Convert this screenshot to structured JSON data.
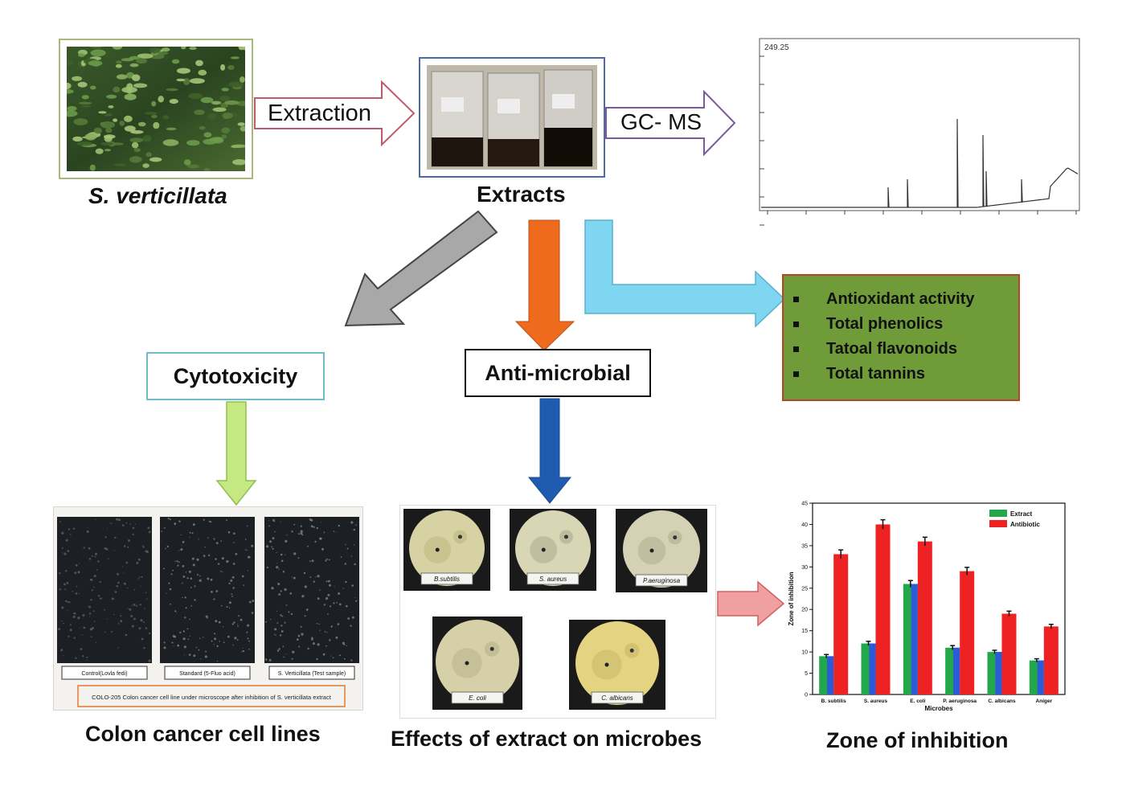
{
  "labels": {
    "plant_name": "S. verticillata",
    "extraction_arrow": "Extraction",
    "extracts": "Extracts",
    "gcms_arrow": "GC- MS",
    "cytotoxicity": "Cytotoxicity",
    "antimicrobial": "Anti-microbial",
    "colon_cancer": "Colon  cancer  cell lines",
    "effects": "Effects of extract on  microbes",
    "zone_title": "Zone of inhibition"
  },
  "assays": {
    "items": [
      "Antioxidant  activity",
      "Total  phenolics",
      "Tatoal  flavonoids",
      "Total  tannins"
    ]
  },
  "chromatogram": {
    "tag": "249.25"
  },
  "cell_panels": {
    "captions": [
      "Control(Lovla fedi)",
      "Standard (5-Fluo acid)",
      "S. Verticillata (Test sample)"
    ],
    "footer": "COLO-205 Colon cancer cell line under microscope after inhibition of S. verticillata extract"
  },
  "plates": {
    "labels": [
      "B.subtilis",
      "S. aureus",
      "P.aeruginosa",
      "E. coli",
      "C. albicans"
    ]
  },
  "colors": {
    "plant_border": "#a9b97a",
    "extract_border": "#4a6aa8",
    "extraction_arrow": "#c05a6a",
    "gcms_arrow": "#7a5a9a",
    "gray_arrow": "#a8a8a8",
    "orange_arrow": "#ee6a1c",
    "cyan_arrow": "#7fd6f0",
    "green_arrow": "#c5e882",
    "blue_arrow": "#1f5cb0",
    "pink_arrow": "#f0a0a0",
    "assay_fill": "#6f9c38",
    "assay_border": "#b5462a",
    "cyto_border": "#6fbcc8",
    "extract_bar": "#22a84a",
    "antibiotic_bar": "#ee2222"
  },
  "chart_data": {
    "type": "bar",
    "categories": [
      "B. subtilis",
      "S. aureus",
      "E. coli",
      "P. aeruginosa",
      "C. albicans",
      "Aniger"
    ],
    "series": [
      {
        "name": "Extract",
        "values": [
          9,
          12,
          26,
          11,
          10,
          8
        ]
      },
      {
        "name": "Antibiotic",
        "values": [
          33,
          40,
          36,
          29,
          19,
          16
        ]
      }
    ],
    "errors": [
      [
        0.4,
        0.5,
        0.8,
        0.5,
        0.4,
        0.4
      ],
      [
        1.0,
        1.1,
        1.0,
        0.9,
        0.6,
        0.5
      ]
    ],
    "xlabel": "Microbes",
    "ylabel": "Zone of inhibition",
    "ylim": [
      0,
      45
    ],
    "yticks": [
      0,
      5,
      10,
      15,
      20,
      25,
      30,
      35,
      40,
      45
    ],
    "legend_position": "top-right"
  }
}
